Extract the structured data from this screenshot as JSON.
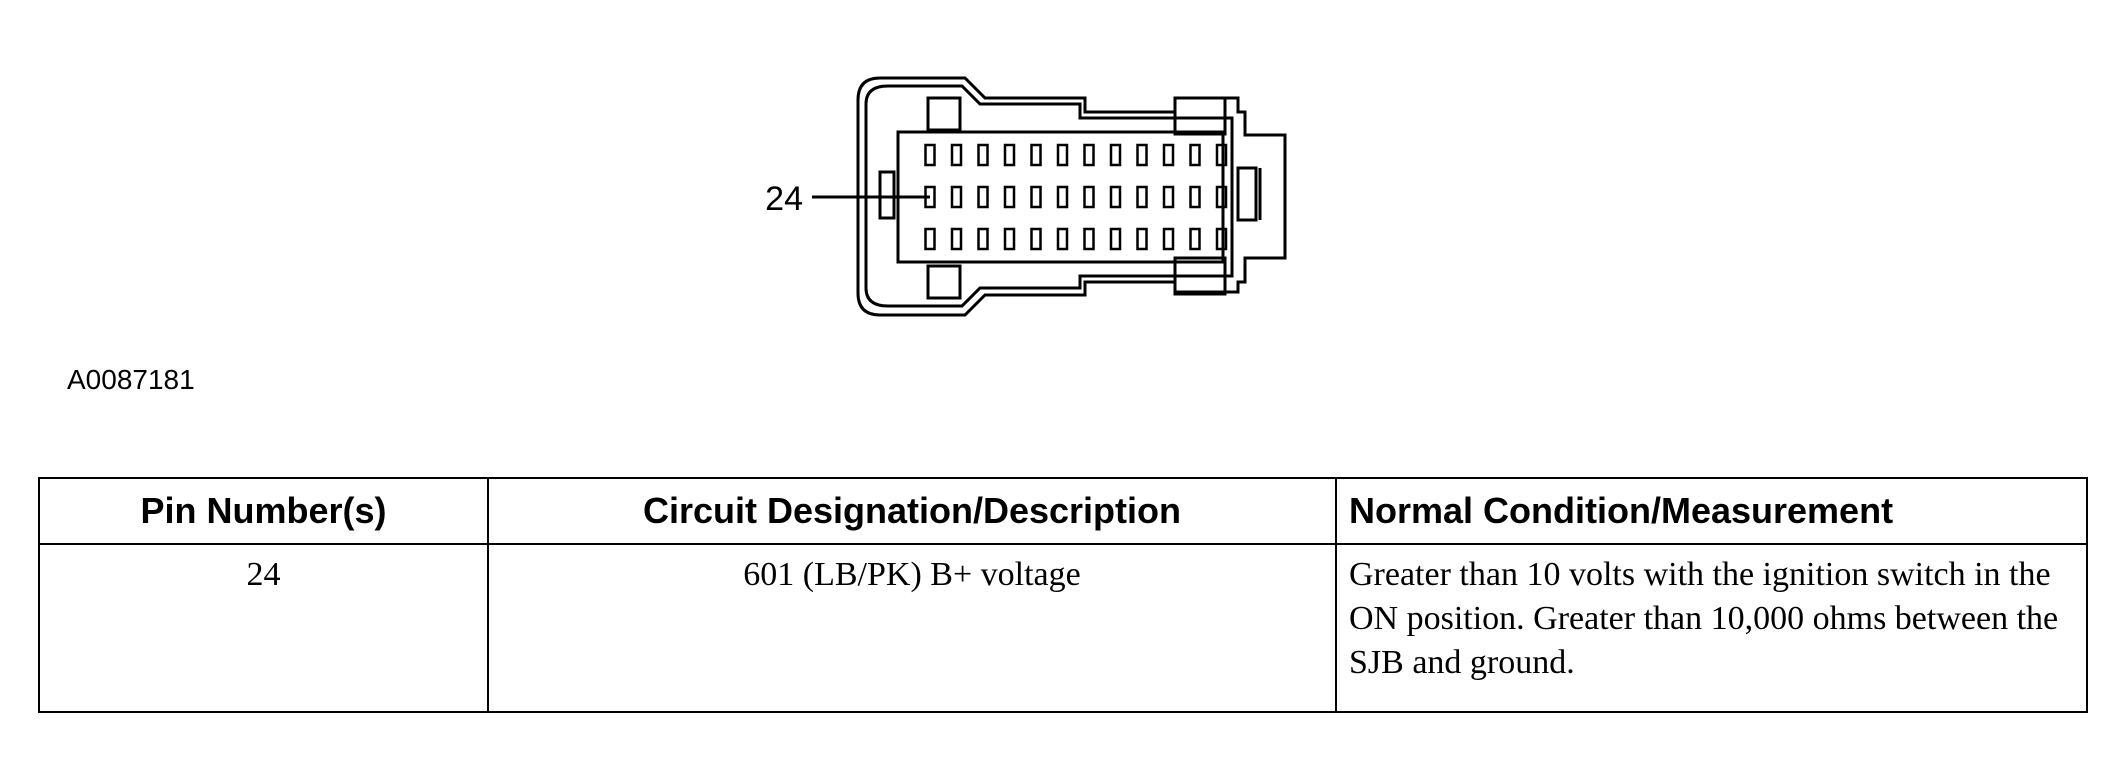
{
  "diagram": {
    "pin_callout": "24",
    "pin_rows": 3,
    "pins_per_row": 12
  },
  "figure_id": "A0087181",
  "table": {
    "headers": [
      "Pin Number(s)",
      "Circuit Designation/Description",
      "Normal Condition/Measurement"
    ],
    "rows": [
      {
        "pin": "24",
        "circuit": "601 (LB/PK) B+ voltage",
        "measurement": "Greater than 10 volts with the ignition switch in the ON position. Greater than 10,000 ohms between the SJB and ground."
      }
    ]
  }
}
